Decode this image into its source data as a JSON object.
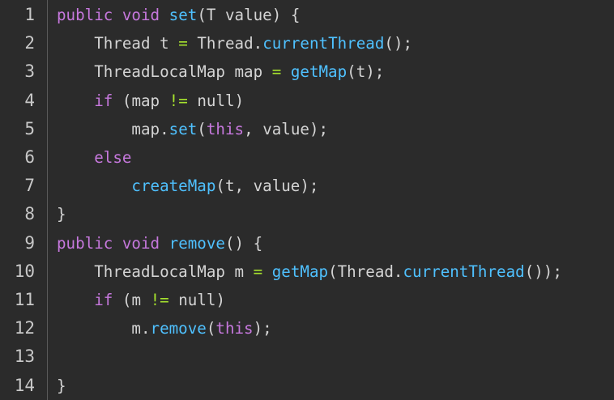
{
  "editor": {
    "language": "java",
    "colors": {
      "background": "#2b2b2b",
      "line_number": "#c8c8c8",
      "keyword": "#c678dd",
      "function": "#4fc1ff",
      "operator": "#a6e22e",
      "text": "#d4d4d4"
    },
    "lines": [
      {
        "number": "1",
        "tokens": [
          {
            "t": "kw",
            "v": "public"
          },
          {
            "t": "ws",
            "v": " "
          },
          {
            "t": "kw",
            "v": "void"
          },
          {
            "t": "ws",
            "v": " "
          },
          {
            "t": "fn",
            "v": "set"
          },
          {
            "t": "punct",
            "v": "("
          },
          {
            "t": "ident",
            "v": "T value"
          },
          {
            "t": "punct",
            "v": ")"
          },
          {
            "t": "ws",
            "v": " "
          },
          {
            "t": "punct",
            "v": "{"
          }
        ]
      },
      {
        "number": "2",
        "tokens": [
          {
            "t": "ws",
            "v": "    "
          },
          {
            "t": "ident",
            "v": "Thread t"
          },
          {
            "t": "ws",
            "v": " "
          },
          {
            "t": "op",
            "v": "="
          },
          {
            "t": "ws",
            "v": " "
          },
          {
            "t": "ident",
            "v": "Thread."
          },
          {
            "t": "fn",
            "v": "currentThread"
          },
          {
            "t": "punct",
            "v": "();"
          }
        ]
      },
      {
        "number": "3",
        "tokens": [
          {
            "t": "ws",
            "v": "    "
          },
          {
            "t": "ident",
            "v": "ThreadLocalMap map"
          },
          {
            "t": "ws",
            "v": " "
          },
          {
            "t": "op",
            "v": "="
          },
          {
            "t": "ws",
            "v": " "
          },
          {
            "t": "fn",
            "v": "getMap"
          },
          {
            "t": "punct",
            "v": "(t);"
          }
        ]
      },
      {
        "number": "4",
        "tokens": [
          {
            "t": "ws",
            "v": "    "
          },
          {
            "t": "kw",
            "v": "if"
          },
          {
            "t": "ws",
            "v": " "
          },
          {
            "t": "punct",
            "v": "("
          },
          {
            "t": "ident",
            "v": "map"
          },
          {
            "t": "ws",
            "v": " "
          },
          {
            "t": "op",
            "v": "!="
          },
          {
            "t": "ws",
            "v": " "
          },
          {
            "t": "ident",
            "v": "null"
          },
          {
            "t": "punct",
            "v": ")"
          }
        ]
      },
      {
        "number": "5",
        "tokens": [
          {
            "t": "ws",
            "v": "        "
          },
          {
            "t": "ident",
            "v": "map."
          },
          {
            "t": "fn",
            "v": "set"
          },
          {
            "t": "punct",
            "v": "("
          },
          {
            "t": "kw",
            "v": "this"
          },
          {
            "t": "punct",
            "v": ", "
          },
          {
            "t": "ident",
            "v": "value"
          },
          {
            "t": "punct",
            "v": ");"
          }
        ]
      },
      {
        "number": "6",
        "tokens": [
          {
            "t": "ws",
            "v": "    "
          },
          {
            "t": "kw",
            "v": "else"
          }
        ]
      },
      {
        "number": "7",
        "tokens": [
          {
            "t": "ws",
            "v": "        "
          },
          {
            "t": "fn",
            "v": "createMap"
          },
          {
            "t": "punct",
            "v": "(t, value);"
          }
        ]
      },
      {
        "number": "8",
        "tokens": [
          {
            "t": "punct",
            "v": "}"
          }
        ]
      },
      {
        "number": "9",
        "tokens": [
          {
            "t": "kw",
            "v": "public"
          },
          {
            "t": "ws",
            "v": " "
          },
          {
            "t": "kw",
            "v": "void"
          },
          {
            "t": "ws",
            "v": " "
          },
          {
            "t": "fn",
            "v": "remove"
          },
          {
            "t": "punct",
            "v": "()"
          },
          {
            "t": "ws",
            "v": " "
          },
          {
            "t": "punct",
            "v": "{"
          }
        ]
      },
      {
        "number": "10",
        "tokens": [
          {
            "t": "ws",
            "v": "    "
          },
          {
            "t": "ident",
            "v": "ThreadLocalMap m"
          },
          {
            "t": "ws",
            "v": " "
          },
          {
            "t": "op",
            "v": "="
          },
          {
            "t": "ws",
            "v": " "
          },
          {
            "t": "fn",
            "v": "getMap"
          },
          {
            "t": "punct",
            "v": "("
          },
          {
            "t": "ident",
            "v": "Thread."
          },
          {
            "t": "fn",
            "v": "currentThread"
          },
          {
            "t": "punct",
            "v": "());"
          }
        ]
      },
      {
        "number": "11",
        "tokens": [
          {
            "t": "ws",
            "v": "    "
          },
          {
            "t": "kw",
            "v": "if"
          },
          {
            "t": "ws",
            "v": " "
          },
          {
            "t": "punct",
            "v": "("
          },
          {
            "t": "ident",
            "v": "m"
          },
          {
            "t": "ws",
            "v": " "
          },
          {
            "t": "op",
            "v": "!="
          },
          {
            "t": "ws",
            "v": " "
          },
          {
            "t": "ident",
            "v": "null"
          },
          {
            "t": "punct",
            "v": ")"
          }
        ]
      },
      {
        "number": "12",
        "tokens": [
          {
            "t": "ws",
            "v": "        "
          },
          {
            "t": "ident",
            "v": "m."
          },
          {
            "t": "fn",
            "v": "remove"
          },
          {
            "t": "punct",
            "v": "("
          },
          {
            "t": "kw",
            "v": "this"
          },
          {
            "t": "punct",
            "v": ");"
          }
        ]
      },
      {
        "number": "13",
        "tokens": []
      },
      {
        "number": "14",
        "tokens": [
          {
            "t": "punct",
            "v": "}"
          }
        ]
      }
    ]
  }
}
